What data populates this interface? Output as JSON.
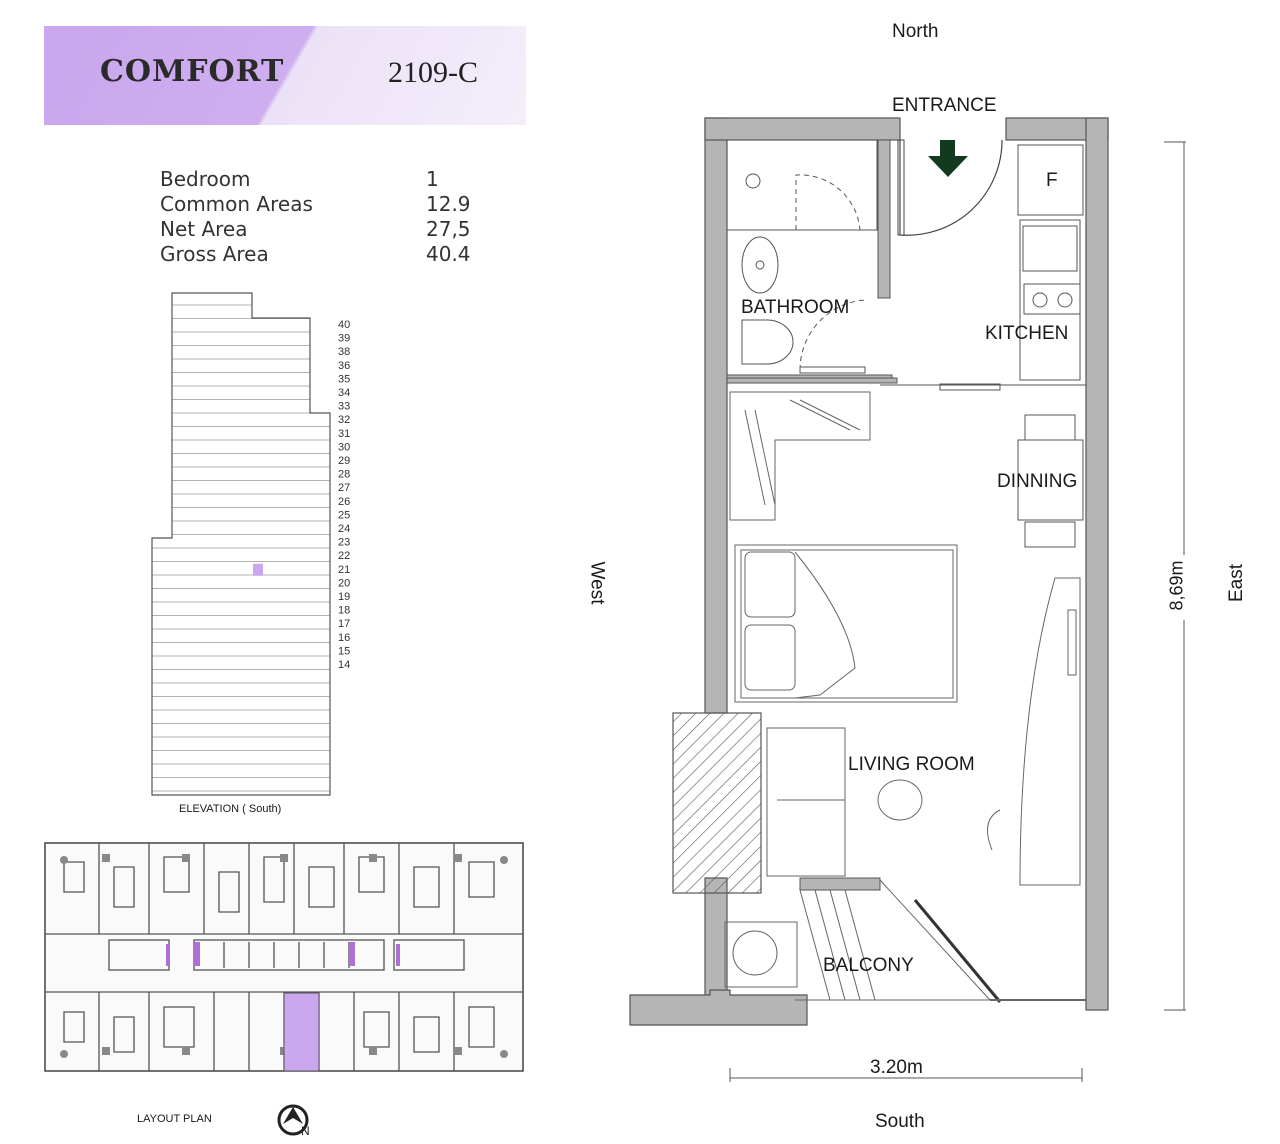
{
  "header": {
    "unit_type": "COMFORT",
    "unit_code": "2109-C",
    "accent": "#c9a6ee"
  },
  "specs": [
    {
      "label": "Bedroom",
      "value": "1"
    },
    {
      "label": "Common Areas",
      "value": "12.9"
    },
    {
      "label": "Net Area",
      "value": "27,5"
    },
    {
      "label": "Gross Area",
      "value": "40.4"
    }
  ],
  "elevation": {
    "caption": "ELEVATION ( South)",
    "floors": [
      "40",
      "39",
      "38",
      "36",
      "35",
      "34",
      "33",
      "32",
      "31",
      "30",
      "29",
      "28",
      "27",
      "26",
      "25",
      "24",
      "23",
      "22",
      "21",
      "20",
      "19",
      "18",
      "17",
      "16",
      "15",
      "14"
    ],
    "highlight_floor": "21",
    "highlight_color": "#c9a6ee"
  },
  "layout_plan": {
    "caption": "LAYOUT PLAN",
    "compass_letter": "N"
  },
  "floorplan": {
    "compass": {
      "north": "North",
      "south": "South",
      "west": "West",
      "east": "East"
    },
    "rooms": {
      "entrance": "ENTRANCE",
      "bathroom": "BATHROOM",
      "kitchen": "KITCHEN",
      "fridge": "F",
      "dining": "DINNING",
      "living": "LIVING ROOM",
      "balcony": "BALCONY"
    },
    "dimensions": {
      "width": "3.20m",
      "length": "8,69m"
    }
  }
}
